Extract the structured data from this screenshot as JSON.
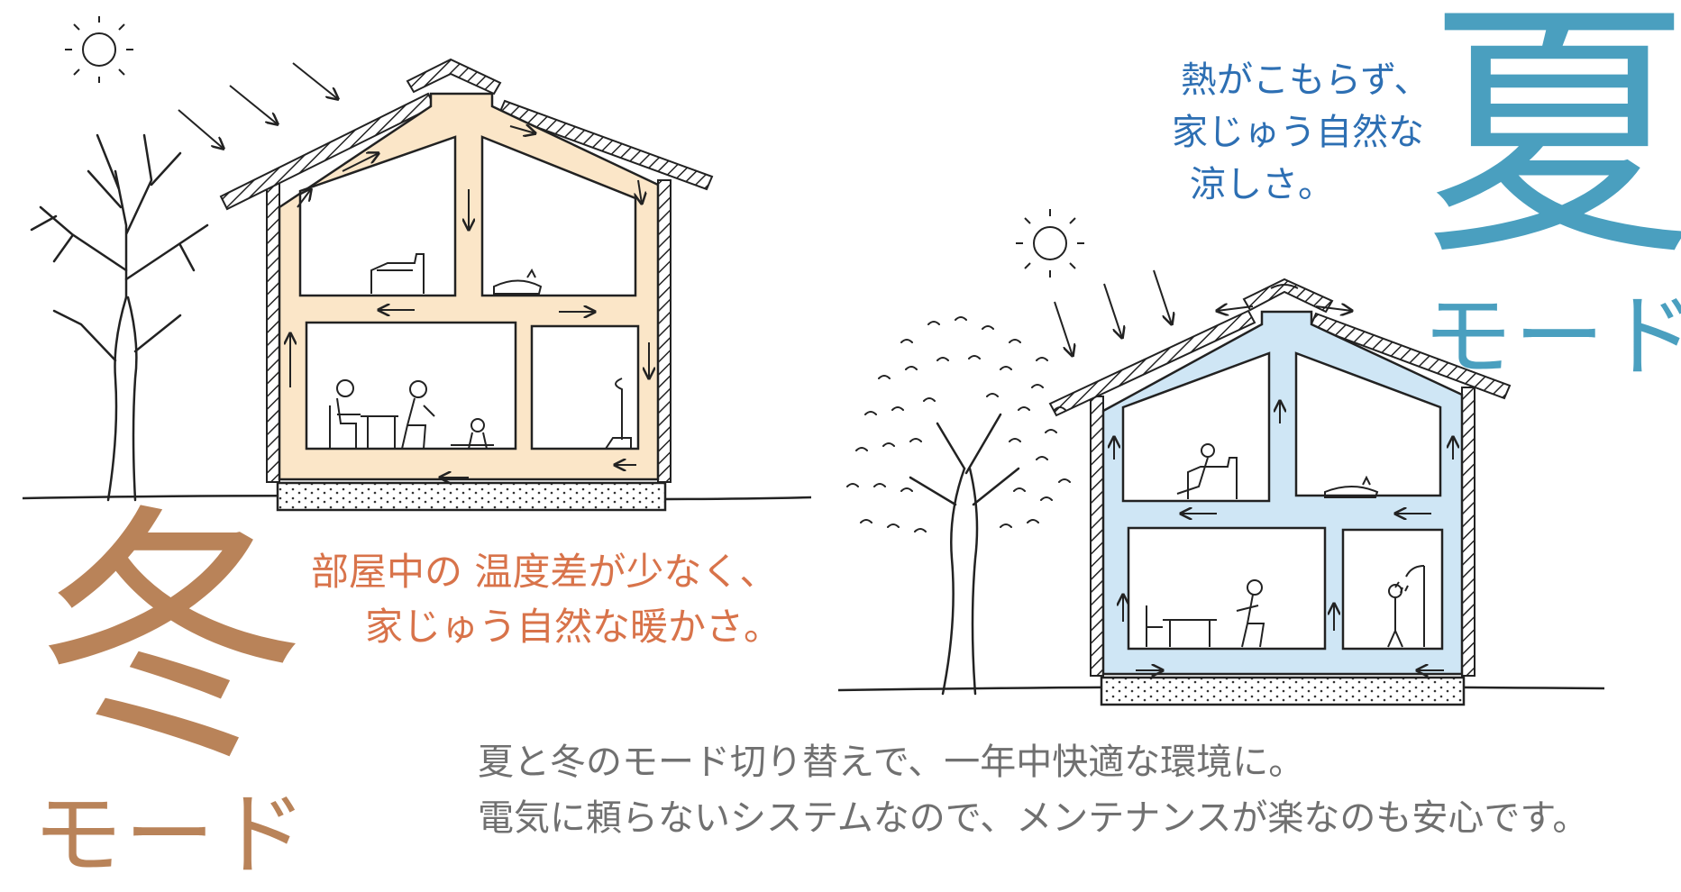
{
  "summer": {
    "title": "夏",
    "subtitle": "モード",
    "note_lines": [
      "熱がこもらず、",
      "家じゅう自然な",
      "涼しさ。"
    ]
  },
  "winter": {
    "title": "冬",
    "subtitle": "モード",
    "note_lines": [
      "部屋中の 温度差が少なく、",
      "家じゅう自然な暖かさ。"
    ]
  },
  "caption_lines": [
    "夏と冬のモード切り替えで、一年中快適な環境に。",
    "電気に頼らないシステムなので、メンテナンスが楽なのも安心です。"
  ],
  "colors": {
    "winter_fill": "#fbe6c8",
    "summer_fill": "#cfe6f5",
    "summer_text": "#4a9fbf",
    "winter_text": "#b98359",
    "summer_note": "#2d6fb3",
    "winter_note": "#d8734a",
    "caption": "#707070",
    "ink": "#1e1e1e"
  }
}
